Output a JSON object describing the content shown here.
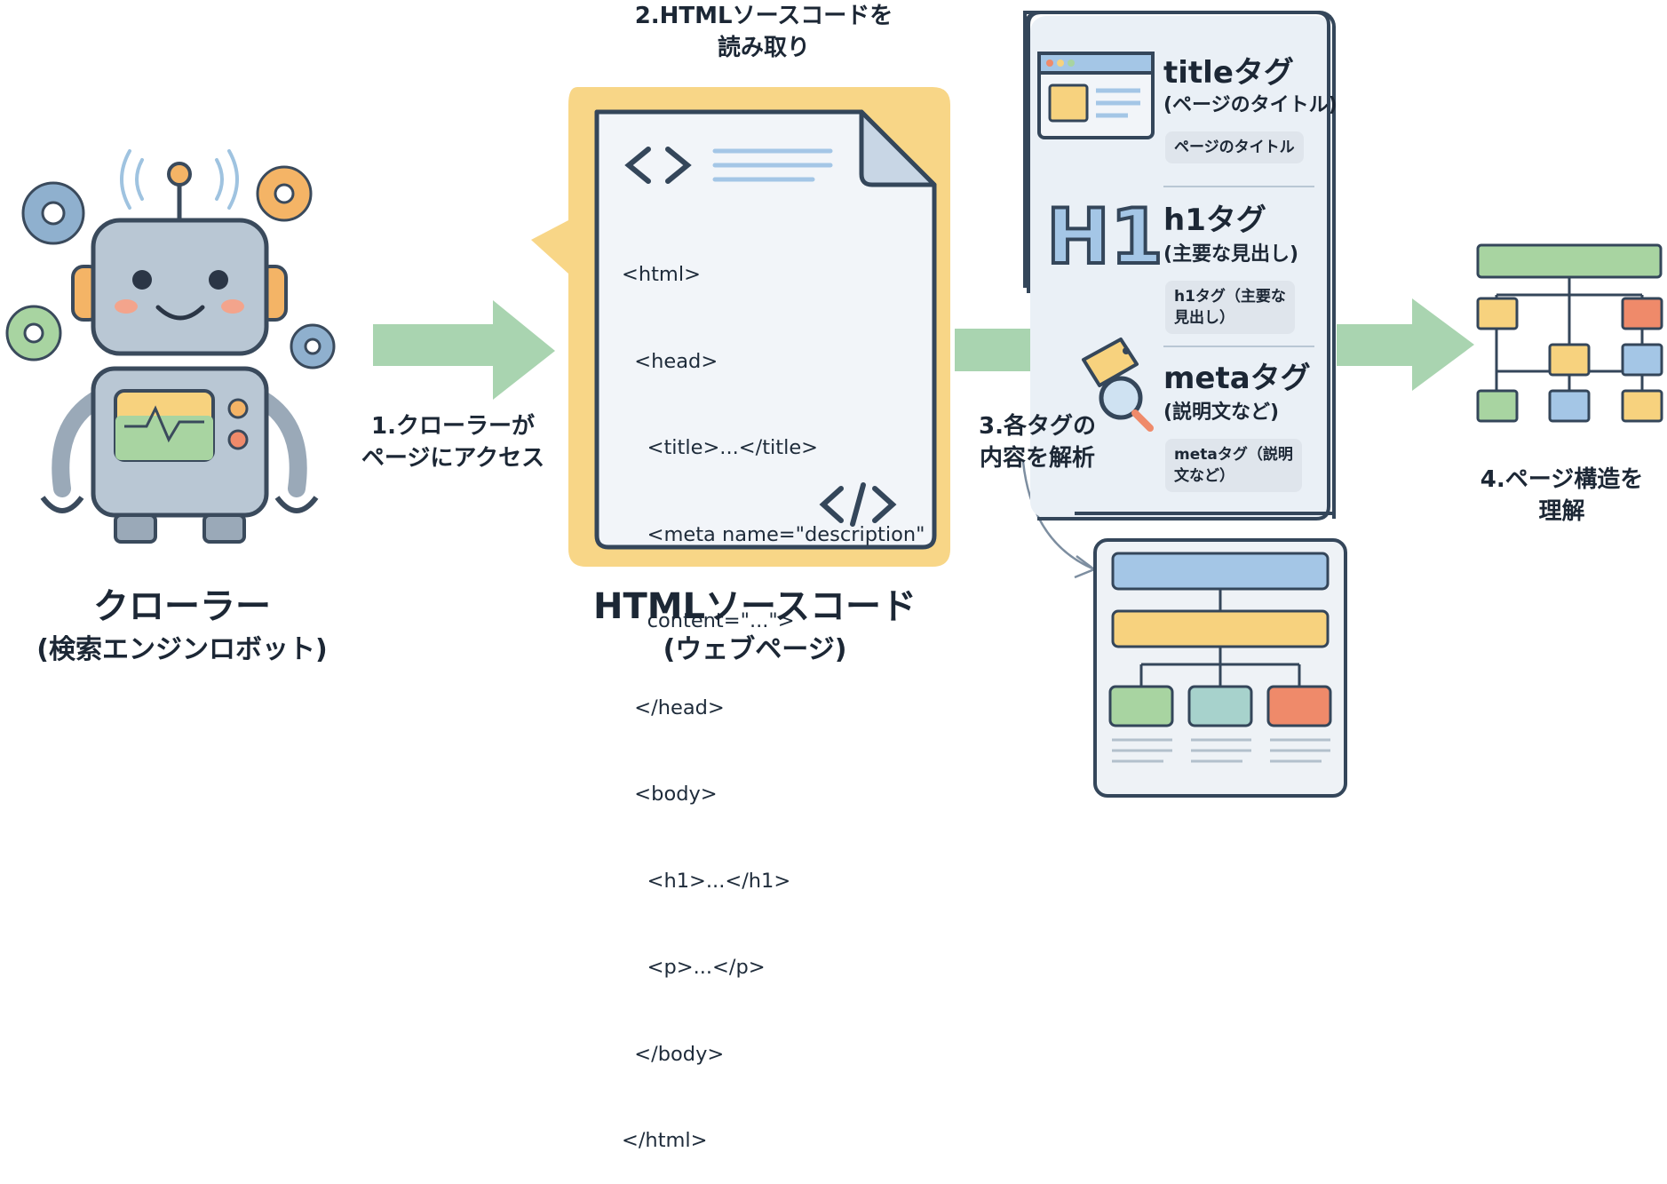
{
  "crawler": {
    "title": "クローラー",
    "subtitle": "(検索エンジンロボット)"
  },
  "steps": {
    "step1": "1.クローラーが\nページにアクセス",
    "step2": "2.HTMLソースコードを\n読み取り",
    "step3": "3.各タグの\n内容を解析",
    "step4": "4.ページ構造を\n理解"
  },
  "source": {
    "title": "HTMLソースコード",
    "subtitle": "(ウェブページ)",
    "code_lines": [
      "<html>",
      "  <head>",
      "    <title>...</title>",
      "    <meta name=\"description\"",
      "    content=\"...\">",
      "  </head>",
      "  <body>",
      "    <h1>...</h1>",
      "    <p>...</p>",
      "  </body>",
      "</html>"
    ]
  },
  "tags": [
    {
      "name": "titleタグ",
      "desc": "(ページのタイトル)",
      "chip": "ページのタイトル",
      "icon": "browser-window-icon"
    },
    {
      "name": "h1タグ",
      "desc": "(主要な見出し)",
      "chip": "h1タグ（主要な\n見出し）",
      "icon_text": "H1",
      "icon": "h1-text-icon"
    },
    {
      "name": "metaタグ",
      "desc": "(説明文など)",
      "chip": "metaタグ（説明\n文など）",
      "icon": "tag-magnifier-icon"
    }
  ],
  "colors": {
    "arrow": "#a9d4b0",
    "paper_frame": "#f8d687",
    "panel_border": "#34465a",
    "blue": "#a4c6e6",
    "yellow": "#f7d27e",
    "green": "#a8d4a1",
    "teal": "#a7d2cc",
    "orange": "#ef8a6a"
  }
}
